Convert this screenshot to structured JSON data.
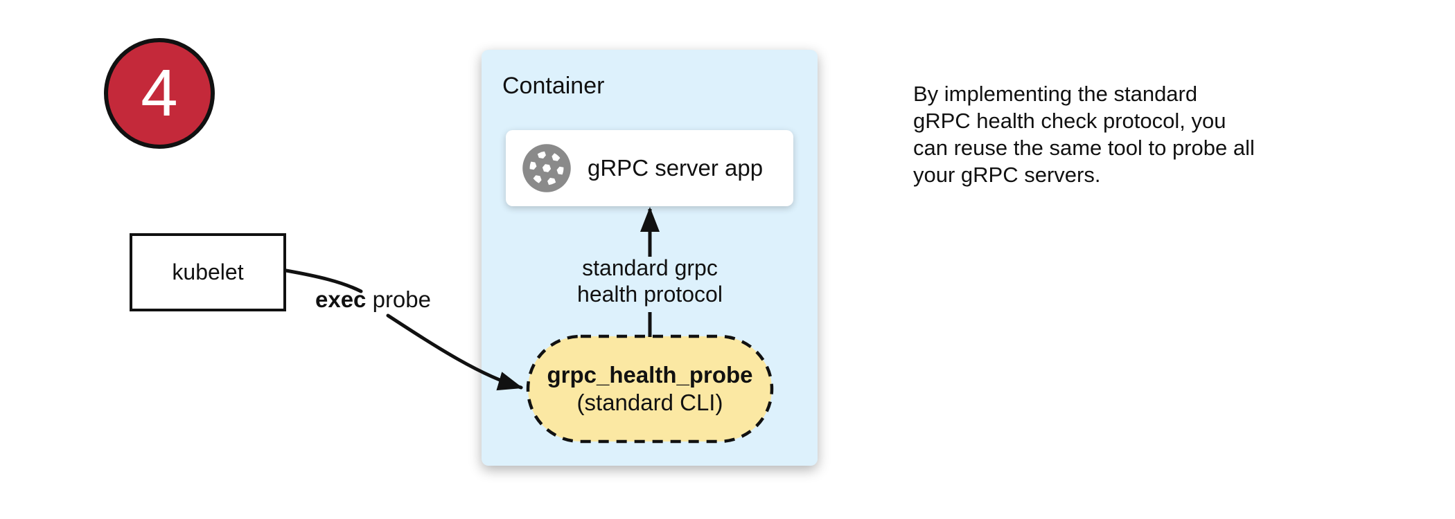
{
  "step_badge": {
    "number": "4"
  },
  "kubelet_box": {
    "label": "kubelet"
  },
  "exec_probe_label": {
    "bold": "exec",
    "rest": " probe"
  },
  "container": {
    "title": "Container",
    "server_box": {
      "label": "gRPC server app",
      "icon": "aperture-icon"
    },
    "protocol_arrow_label": {
      "line1": "standard grpc",
      "line2": "health protocol"
    },
    "probe_pill": {
      "title": "grpc_health_probe",
      "subtitle": "(standard CLI)"
    }
  },
  "side_note": {
    "lines": [
      "By implementing the standard",
      "gRPC health check protocol, you",
      "can reuse the same tool to probe all",
      "your gRPC servers."
    ]
  },
  "colors": {
    "badge_red": "#c4293a",
    "container_blue": "#ddf1fc",
    "pill_yellow": "#fbe8a3",
    "icon_gray": "#8a8a8a",
    "line_black": "#111111"
  }
}
